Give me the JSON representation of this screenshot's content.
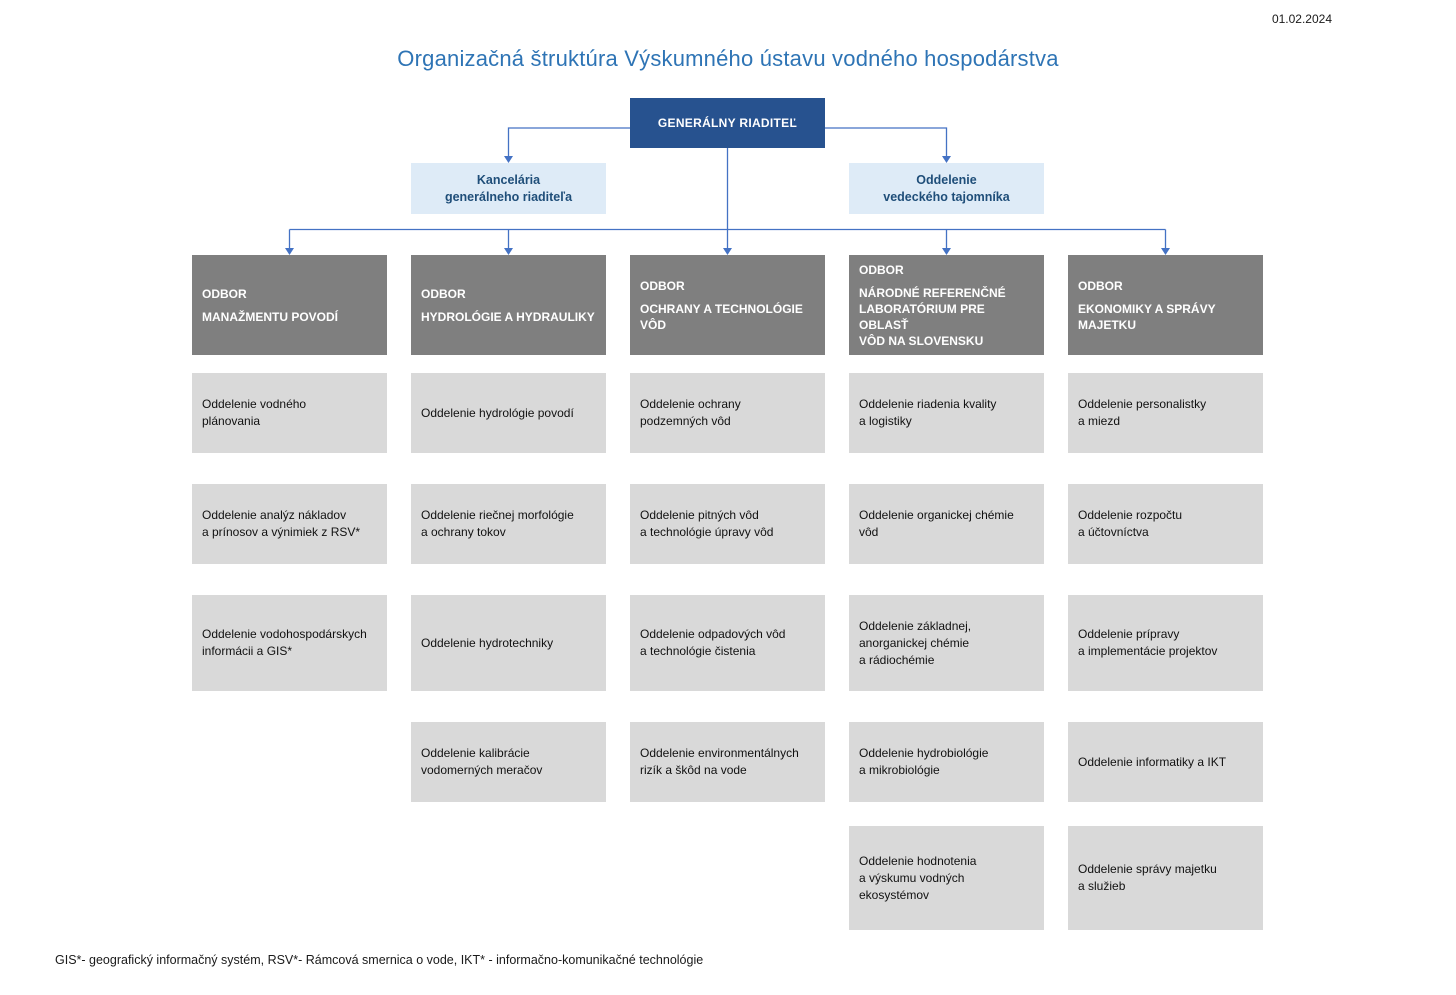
{
  "meta": {
    "date": "01.02.2024",
    "title": "Organizačná štruktúra Výskumného ústavu vodného hospodárstva",
    "footnote": "GIS*- geografický informačný systém, RSV*- Rámcová smernica o vode, IKT* - informačno-komunikačné technológie"
  },
  "director": {
    "label": "GENERÁLNY RIADITEĽ"
  },
  "staff_units": [
    {
      "label": "Kancelária\ngenerálneho riaditeľa"
    },
    {
      "label": "Oddelenie\nvedeckého tajomníka"
    }
  ],
  "columns": [
    {
      "prefix": "ODBOR",
      "name": "MANAŽMENTU POVODÍ",
      "departments": [
        "Oddelenie vodného\nplánovania",
        "Oddelenie analýz nákladov\na prínosov a výnimiek z RSV*",
        "Oddelenie vodohospodárskych\ninformácii a GIS*"
      ]
    },
    {
      "prefix": "ODBOR",
      "name": "HYDROLÓGIE A HYDRAULIKY",
      "departments": [
        "Oddelenie hydrológie povodí",
        "Oddelenie riečnej morfológie\na ochrany tokov",
        "Oddelenie hydrotechniky",
        "Oddelenie kalibrácie\nvodomerných meračov"
      ]
    },
    {
      "prefix": "ODBOR",
      "name": "OCHRANY A TECHNOLÓGIE\nVÔD",
      "departments": [
        "Oddelenie ochrany\npodzemných vôd",
        "Oddelenie pitných vôd\na technológie úpravy vôd",
        "Oddelenie odpadových vôd\na technológie čistenia",
        "Oddelenie environmentálnych\nrizík a škôd na vode"
      ]
    },
    {
      "prefix": "ODBOR",
      "name": "NÁRODNÉ REFERENČNÉ\nLABORATÓRIUM PRE OBLASŤ\nVÔD NA SLOVENSKU",
      "departments": [
        "Oddelenie riadenia kvality\na logistiky",
        "Oddelenie organickej chémie\nvôd",
        "Oddelenie základnej,\nanorganickej chémie\na rádiochémie",
        "Oddelenie hydrobiológie\na mikrobiológie",
        "Oddelenie hodnotenia\na výskumu vodných\nekosystémov"
      ]
    },
    {
      "prefix": "ODBOR",
      "name": "EKONOMIKY A SPRÁVY\nMAJETKU",
      "departments": [
        "Oddelenie personalistky\na miezd",
        "Oddelenie rozpočtu\na účtovníctva",
        "Oddelenie prípravy\na implementácie projektov",
        "Oddelenie informatiky a IKT",
        "Oddelenie správy majetku\na služieb"
      ]
    }
  ],
  "colors": {
    "title": "#2E74B5",
    "director_bg": "#27528F",
    "staff_bg": "#DEEBF7",
    "staff_text": "#1F4E79",
    "header_bg": "#7F7F7F",
    "dept_bg": "#D9D9D9",
    "connector": "#4472C4"
  }
}
